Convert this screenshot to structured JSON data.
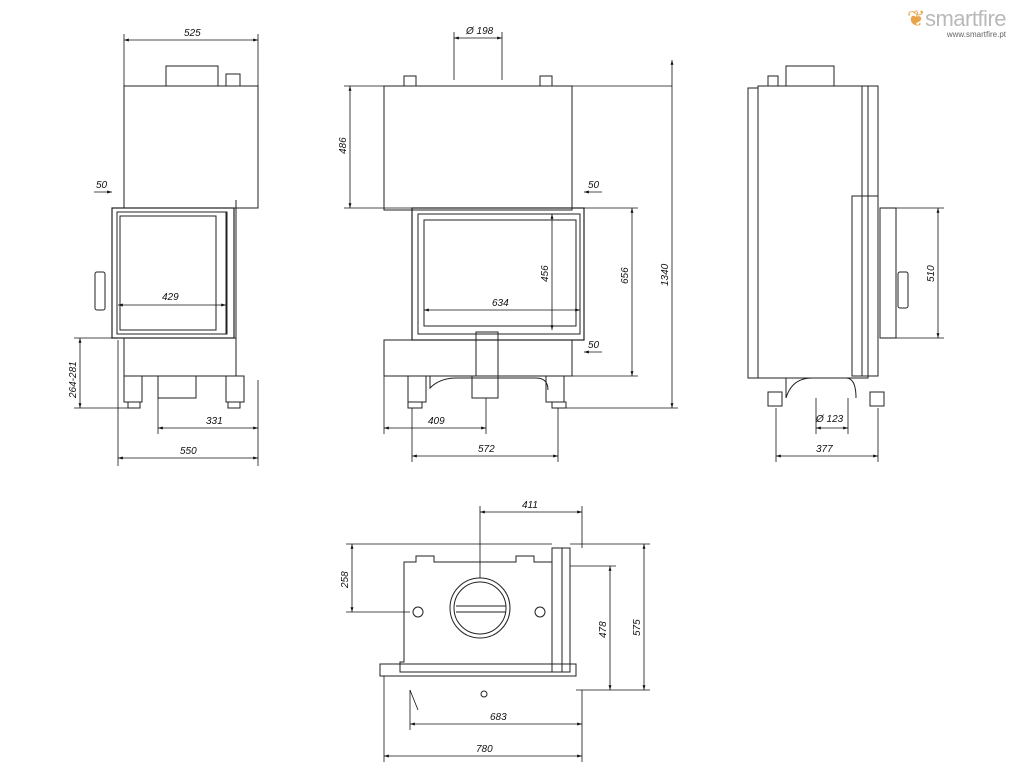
{
  "brand": {
    "name_part1": "smart",
    "name_part2": "fire",
    "url": "www.smartfire.pt",
    "accent_color": "#e9a44a",
    "name_color": "#b9b9b9"
  },
  "dimensions": {
    "front_top_width": "525",
    "front_side_offset": "50",
    "front_glass_width": "429",
    "front_leg_height": "264-281",
    "front_flue_offset": "331",
    "front_total_width": "550",
    "center_flue_diameter": "Ø 198",
    "center_top_height": "486",
    "center_right_offset_top": "50",
    "center_glass_height": "456",
    "center_glass_width": "634",
    "center_door_height": "656",
    "center_total_height": "1340",
    "center_right_offset_bottom": "50",
    "center_flue_offset": "409",
    "center_base_width": "572",
    "side_door_height": "510",
    "side_rear_flue_diameter": "Ø 123",
    "side_depth": "377",
    "top_flue_offset": "411",
    "top_depth_to_flue": "258",
    "top_side_depth": "478",
    "top_total_depth": "575",
    "top_front_width": "683",
    "top_total_width": "780"
  }
}
